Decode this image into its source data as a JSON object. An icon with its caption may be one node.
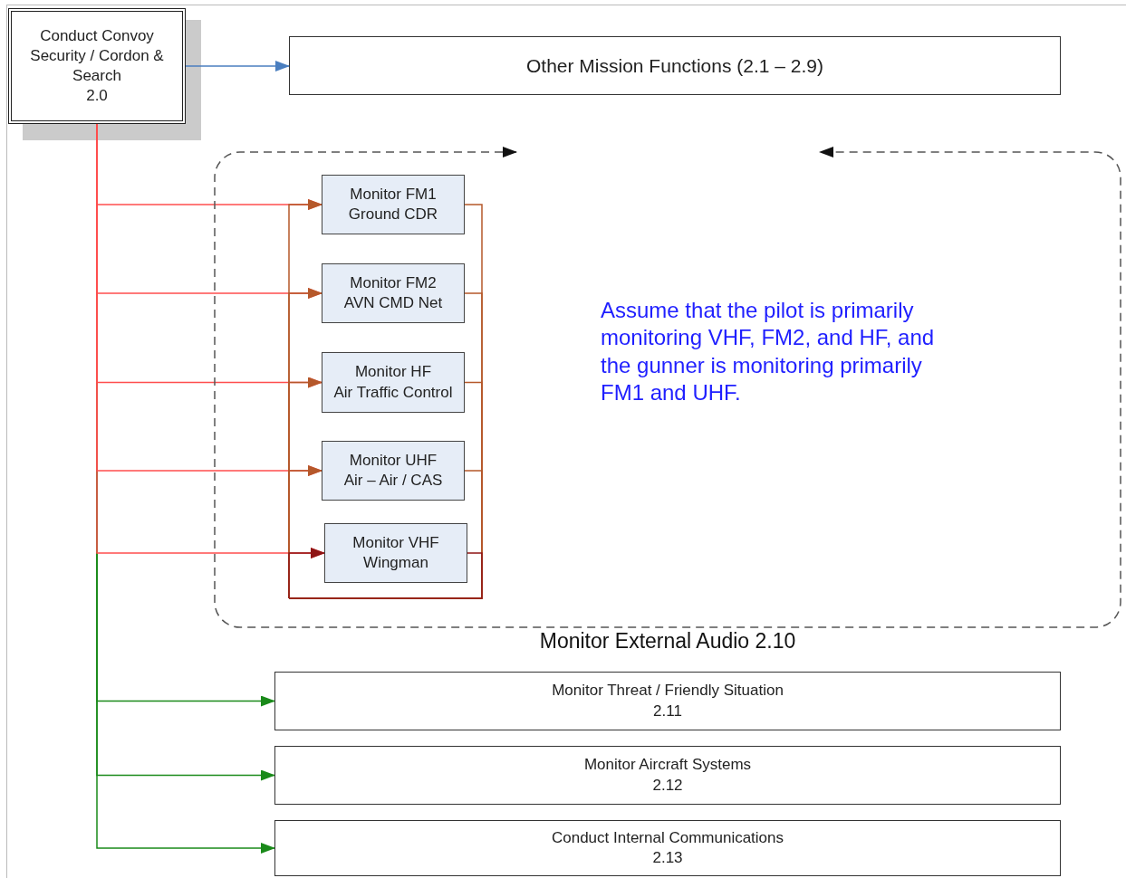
{
  "diagram": {
    "nodes": [
      {
        "text": [
          "Conduct Convoy Security / Cordon & Search",
          "2.0"
        ]
      },
      {
        "text": [
          "Other Mission Functions (2.1 – 2.9)"
        ]
      },
      {
        "text": [
          "Monitor External Audio 2.10"
        ]
      },
      {
        "text": [
          "Monitor FM1",
          "Ground CDR"
        ],
        "in": 2
      },
      {
        "text": [
          "Monitor FM2",
          "AVN CMD Net"
        ],
        "in": 2
      },
      {
        "text": [
          "Monitor HF",
          "Air Traffic Control"
        ],
        "in": 2
      },
      {
        "text": [
          "Monitor UHF",
          "Air – Air / CAS"
        ],
        "in": 2
      },
      {
        "text": [
          "Monitor VHF",
          "Wingman"
        ],
        "in": 2
      },
      {
        "text": [
          "Monitor Threat / Friendly Situation",
          "2.11"
        ]
      },
      {
        "text": [
          "Monitor Aircraft Systems",
          "2.12"
        ]
      },
      {
        "text": [
          "Conduct Internal Communications",
          "2.13"
        ]
      }
    ],
    "edges": [
      {
        "from": 0,
        "to": 1,
        "arrow": "to",
        "color": "#4a7ebf"
      },
      {
        "from": 0,
        "to": 3,
        "arrow": "to"
      },
      {
        "from": 0,
        "to": 4,
        "arrow": "to"
      },
      {
        "from": 0,
        "to": 5,
        "arrow": "to"
      },
      {
        "from": 0,
        "to": 6,
        "arrow": "to"
      },
      {
        "from": 0,
        "to": 7,
        "arrow": "to"
      },
      {
        "from": 0,
        "to": 8,
        "arrow": "to",
        "color": "#1a8a1a"
      },
      {
        "from": 0,
        "to": 9,
        "arrow": "to",
        "color": "#1a8a1a"
      },
      {
        "from": 0,
        "to": 10,
        "arrow": "to",
        "color": "#1a8a1a"
      },
      {
        "from": 3,
        "to": null,
        "arrow": "none",
        "color": "#b5582a"
      },
      {
        "from": 4,
        "to": null,
        "arrow": "none",
        "color": "#b5582a"
      },
      {
        "from": 5,
        "to": null,
        "arrow": "none",
        "color": "#b5582a"
      },
      {
        "from": 6,
        "to": null,
        "arrow": "none",
        "color": "#b5582a"
      },
      {
        "from": 7,
        "to": null,
        "arrow": "none",
        "color": "#8e1414"
      },
      {
        "from": null,
        "to": 3,
        "arrow": "to",
        "color": "#b5582a"
      },
      {
        "from": null,
        "to": 4,
        "arrow": "to",
        "color": "#b5582a"
      },
      {
        "from": null,
        "to": 5,
        "arrow": "to",
        "color": "#b5582a"
      },
      {
        "from": null,
        "to": 6,
        "arrow": "to",
        "color": "#b5582a"
      },
      {
        "from": null,
        "to": 7,
        "arrow": "to",
        "color": "#8e1414"
      }
    ],
    "labels": [
      "Assume that the pilot is primarily monitoring VHF, FM2, and HF, and the gunner is monitoring primarily FM1 and UHF."
    ]
  }
}
